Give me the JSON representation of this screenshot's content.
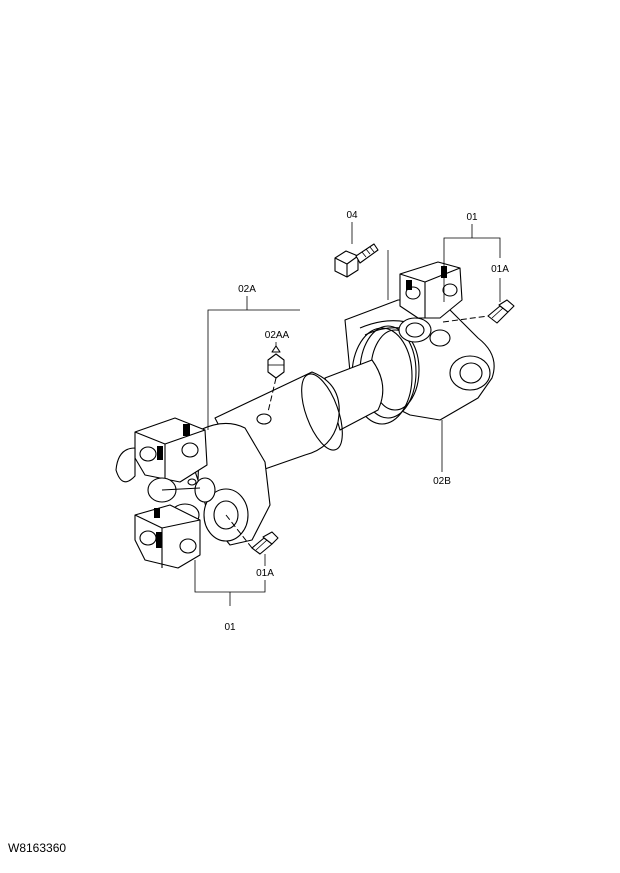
{
  "diagram": {
    "drawing_code": "W8163360",
    "callouts": {
      "bolt": "04",
      "assembly_top": "01",
      "grease_fitting_top": "01A",
      "yoke_a": "02A",
      "grease_fitting_shaft": "02AA",
      "yoke_b": "02B",
      "grease_fitting_bottom": "01A",
      "assembly_bottom": "01"
    }
  }
}
